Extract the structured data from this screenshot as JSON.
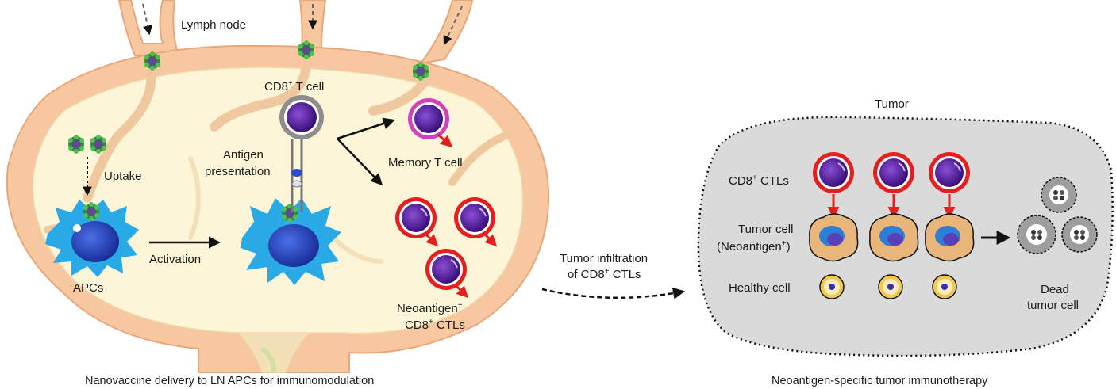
{
  "left_panel": {
    "lymph_node": "Lymph node",
    "uptake": "Uptake",
    "apcs": "APCs",
    "activation": "Activation",
    "antigen": "Antigen",
    "presentation": "presentation",
    "cd8_cell": {
      "pre": "CD8",
      "sup": "+",
      "post": " T cell"
    },
    "memory_t_cell": "Memory T cell",
    "neoantigen_line": {
      "pre": "Neoantigen",
      "sup": "+"
    },
    "ctl_line": {
      "pre": "CD8",
      "sup": "+",
      "post": " CTLs"
    },
    "caption": "Nanovaccine delivery to LN APCs for immunomodulation"
  },
  "middle": {
    "line1": "Tumor infiltration",
    "line2": {
      "pre": "of CD8",
      "sup": "+",
      "post": " CTLs"
    }
  },
  "right_panel": {
    "tumor": "Tumor",
    "ctls": {
      "pre": "CD8",
      "sup": "+",
      "post": " CTLs"
    },
    "tumor_cell": "Tumor cell",
    "neoantigen": {
      "pre": "(Neoantigen",
      "sup": "+",
      "post": ")"
    },
    "healthy_cell": "Healthy cell",
    "dead1": "Dead",
    "dead2": "tumor cell",
    "caption": "Neoantigen-specific tumor immunotherapy"
  },
  "colors": {
    "node_outer": "#f7c7a0",
    "node_inner": "#fdf5d8",
    "apc": "#29a9e6",
    "apc_nucleus": "#2b4cc4",
    "t_cell_nucleus": "#5a1a9e",
    "ctl_ring": "#e51f1f",
    "memory_ring": "#d43fbf",
    "naive_ring": "#8c8c8c",
    "nanovaccine": "#3fae3f",
    "tumor_region": "#dadada",
    "tumor_cell": "#e8b57a",
    "healthy_cell": "#f2c84b"
  }
}
